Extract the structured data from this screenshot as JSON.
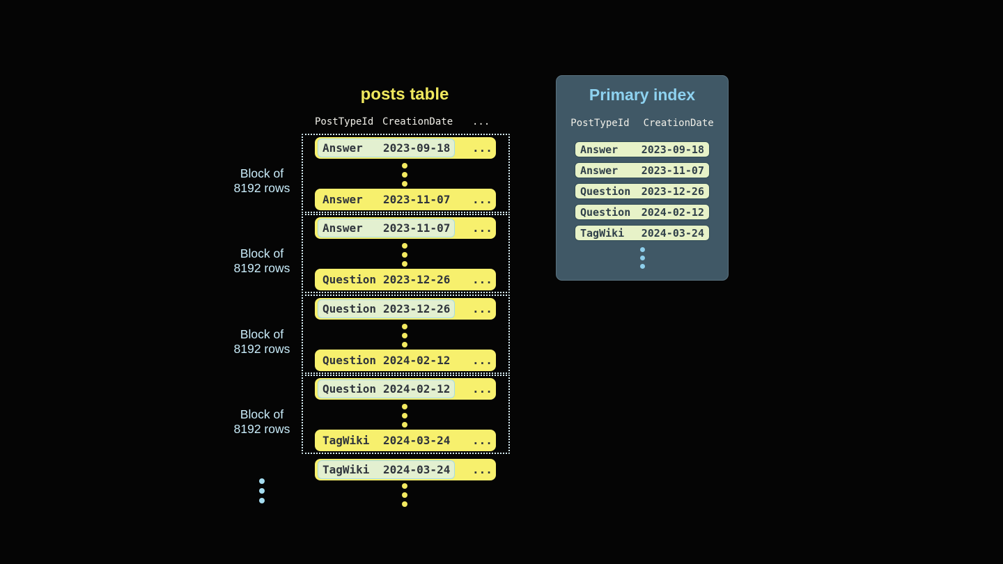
{
  "colors": {
    "background": "#050505",
    "row_yellow": "#f7f06d",
    "title_yellow": "#f0e95e",
    "dark_text": "#2f343c",
    "highlight_cell_bg": "#e3f0d0",
    "highlight_cell_border": "#a5dbe6",
    "block_dotted_border": "#d8eef5",
    "block_label_blue": "#c9ecfa",
    "panel_bg": "#405866",
    "panel_title_blue": "#8ed2f0",
    "header_text": "#f0efe8",
    "index_row_bg": "#e7f2c8",
    "index_row_border": "#304a55",
    "blue_dot": "#a5dcef",
    "yellow_dot": "#f2e960"
  },
  "posts_table": {
    "title": "posts table",
    "headers": {
      "col1": "PostTypeId",
      "col2": "CreationDate",
      "col3": "..."
    },
    "blocks": [
      {
        "label_line1": "Block of",
        "label_line2": "8192 rows",
        "first_row": {
          "type": "Answer",
          "date": "2023-09-18",
          "more": "..."
        },
        "last_row": {
          "type": "Answer",
          "date": "2023-11-07",
          "more": "..."
        }
      },
      {
        "label_line1": "Block of",
        "label_line2": "8192 rows",
        "first_row": {
          "type": "Answer",
          "date": "2023-11-07",
          "more": "..."
        },
        "last_row": {
          "type": "Question",
          "date": "2023-12-26",
          "more": "..."
        }
      },
      {
        "label_line1": "Block of",
        "label_line2": "8192 rows",
        "first_row": {
          "type": "Question",
          "date": "2023-12-26",
          "more": "..."
        },
        "last_row": {
          "type": "Question",
          "date": "2024-02-12",
          "more": "..."
        }
      },
      {
        "label_line1": "Block of",
        "label_line2": "8192 rows",
        "first_row": {
          "type": "Question",
          "date": "2024-02-12",
          "more": "..."
        },
        "last_row": {
          "type": "TagWiki",
          "date": "2024-03-24",
          "more": "..."
        }
      }
    ],
    "tail_row": {
      "type": "TagWiki",
      "date": "2024-03-24",
      "more": "..."
    }
  },
  "primary_index": {
    "title": "Primary index",
    "headers": {
      "col1": "PostTypeId",
      "col2": "CreationDate"
    },
    "rows": [
      {
        "type": "Answer",
        "date": "2023-09-18"
      },
      {
        "type": "Answer",
        "date": "2023-11-07"
      },
      {
        "type": "Question",
        "date": "2023-12-26"
      },
      {
        "type": "Question",
        "date": "2024-02-12"
      },
      {
        "type": "TagWiki",
        "date": "2024-03-24"
      }
    ]
  }
}
